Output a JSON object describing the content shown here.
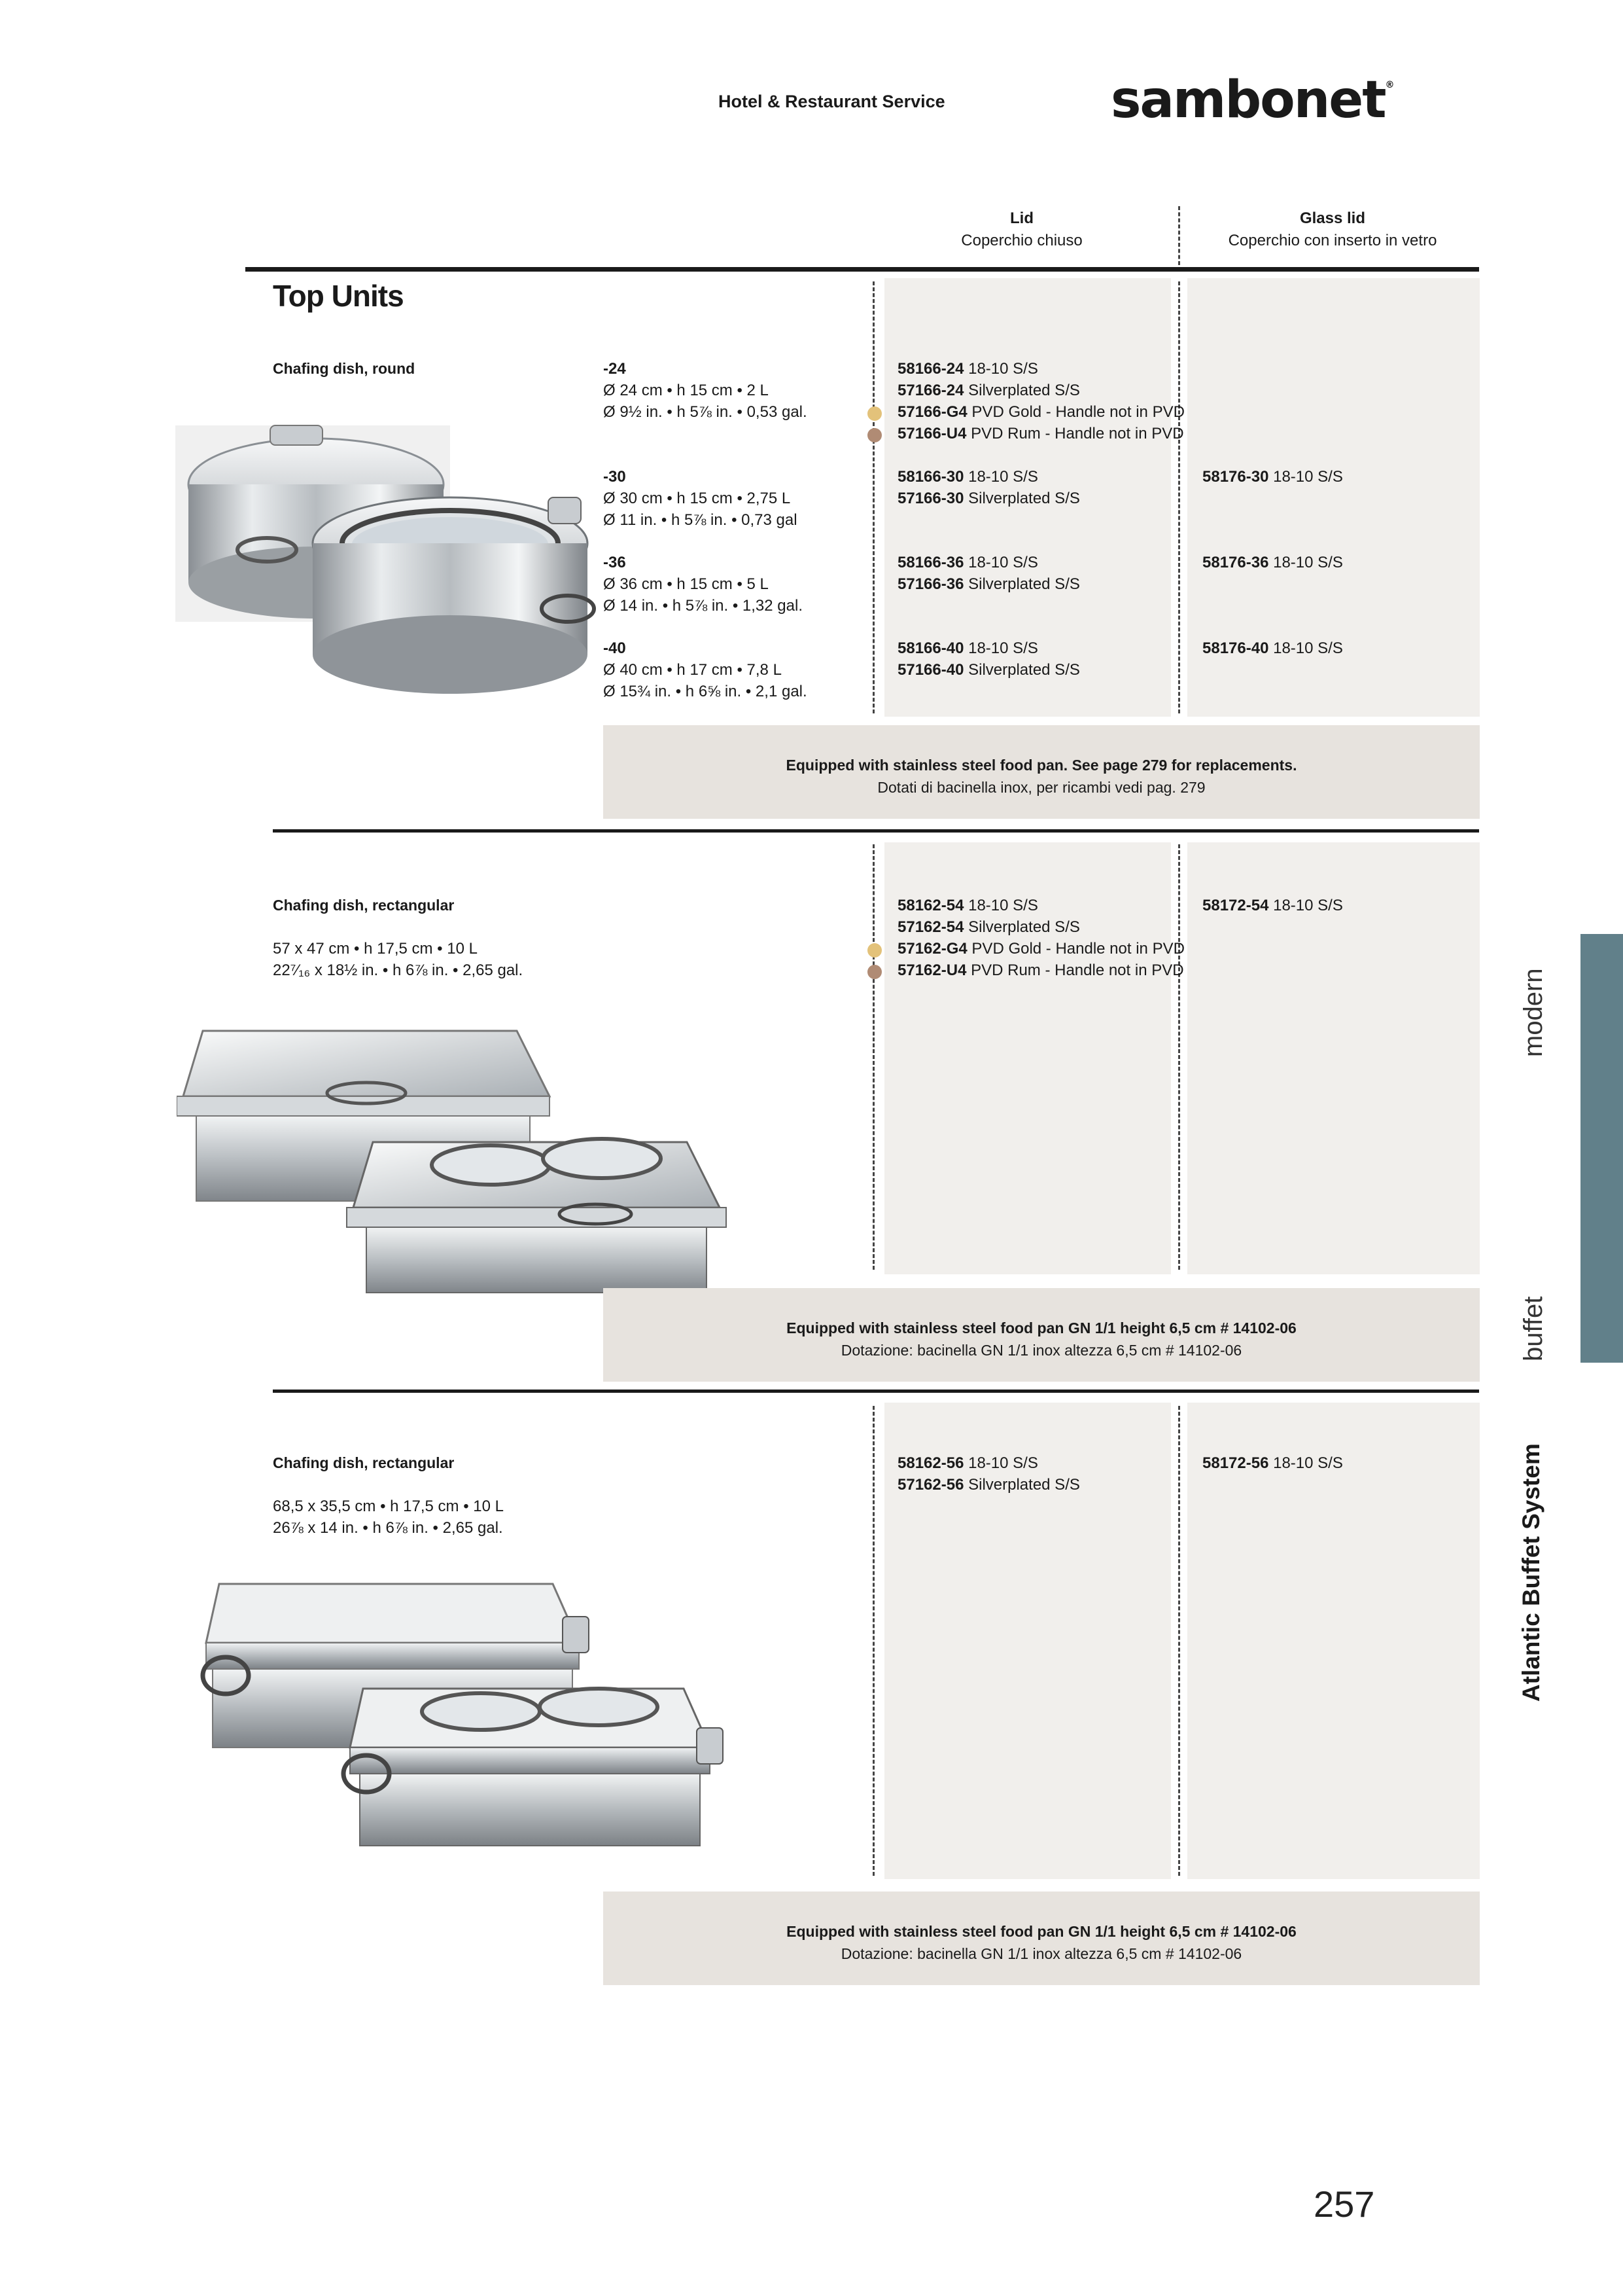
{
  "header": {
    "tagline": "Hotel & Restaurant Service",
    "brand": "sambonet",
    "brand_mark": "®"
  },
  "columns": [
    {
      "title": "Lid",
      "subtitle": "Coperchio chiuso"
    },
    {
      "title": "Glass lid",
      "subtitle": "Coperchio con inserto in vetro"
    }
  ],
  "section_title": "Top Units",
  "products": [
    {
      "name": "Chafing dish,  round",
      "variants": [
        {
          "size": "-24",
          "metric": "Ø 24 cm • h 15 cm • 2 L",
          "imperial": "Ø 9½ in.  • h 5⅞ in.  • 0,53 gal.",
          "lid": [
            {
              "code": "58166-24",
              "desc": "18-10 S/S"
            },
            {
              "code": "57166-24",
              "desc": "Silverplated S/S"
            },
            {
              "code": "57166-G4",
              "desc": "PVD Gold  - Handle not in PVD"
            },
            {
              "code": "57166-U4",
              "desc": "PVD Rum  - Handle not in PVD"
            }
          ],
          "glass": []
        },
        {
          "size": "-30",
          "metric": "Ø 30 cm • h 15 cm • 2,75 L",
          "imperial": "Ø 11 in.  • h 5⅞ in.  • 0,73 gal",
          "lid": [
            {
              "code": "58166-30",
              "desc": "18-10 S/S"
            },
            {
              "code": "57166-30",
              "desc": "Silverplated S/S"
            }
          ],
          "glass": [
            {
              "code": "58176-30",
              "desc": "18-10 S/S"
            }
          ]
        },
        {
          "size": "-36",
          "metric": "Ø 36 cm • h 15 cm • 5 L",
          "imperial": "Ø 14 in.  • h 5⅞ in.  • 1,32 gal.",
          "lid": [
            {
              "code": "58166-36",
              "desc": "18-10 S/S"
            },
            {
              "code": "57166-36",
              "desc": "Silverplated S/S"
            }
          ],
          "glass": [
            {
              "code": "58176-36",
              "desc": "18-10 S/S"
            }
          ]
        },
        {
          "size": "-40",
          "metric": "Ø 40 cm • h 17 cm • 7,8 L",
          "imperial": "Ø 15¾ in.  • h 6⅝ in.  • 2,1 gal.",
          "lid": [
            {
              "code": "58166-40",
              "desc": "18-10 S/S"
            },
            {
              "code": "57166-40",
              "desc": "Silverplated S/S"
            }
          ],
          "glass": [
            {
              "code": "58176-40",
              "desc": "18-10 S/S"
            }
          ]
        }
      ],
      "note_en": "Equipped with stainless steel food pan.  See page 279 for replacements.",
      "note_it": "Dotati di bacinella inox,  per ricambi vedi pag.  279"
    },
    {
      "name": "Chafing dish,  rectangular",
      "metric": "57 x 47 cm • h 17,5 cm • 10 L",
      "imperial": "22⁷⁄₁₆ x 18½ in.  • h 6⅞ in.  • 2,65 gal.",
      "lid": [
        {
          "code": "58162-54",
          "desc": "18-10 S/S"
        },
        {
          "code": "57162-54",
          "desc": "Silverplated S/S"
        },
        {
          "code": "57162-G4",
          "desc": "PVD Gold  - Handle not in PVD"
        },
        {
          "code": "57162-U4",
          "desc": "PVD Rum  - Handle not in PVD"
        }
      ],
      "glass": [
        {
          "code": "58172-54",
          "desc": "18-10 S/S"
        }
      ],
      "note_en": "Equipped with stainless steel food pan GN 1/1 height 6,5 cm # 14102-06",
      "note_it": "Dotazione:  bacinella GN 1/1 inox altezza 6,5 cm # 14102-06"
    },
    {
      "name": "Chafing dish,  rectangular",
      "metric": "68,5 x 35,5 cm • h 17,5 cm • 10 L",
      "imperial": "26⅞ x 14 in.  • h 6⅞ in.  • 2,65 gal.",
      "lid": [
        {
          "code": "58162-56",
          "desc": "18-10 S/S"
        },
        {
          "code": "57162-56",
          "desc": "Silverplated S/S"
        }
      ],
      "glass": [
        {
          "code": "58172-56",
          "desc": "18-10 S/S"
        }
      ],
      "note_en": "Equipped with stainless steel food pan GN 1/1 height 6,5 cm # 14102-06",
      "note_it": "Dotazione:  bacinella GN 1/1 inox altezza 6,5 cm # 14102-06"
    }
  ],
  "finish_colors": {
    "gold": "#e3c27a",
    "rum": "#b08b74"
  },
  "side_labels": {
    "modern": "modern",
    "buffet": "buffet",
    "system": "Atlantic Buffet System"
  },
  "side_tab_color": "#61808a",
  "page_number": "257"
}
